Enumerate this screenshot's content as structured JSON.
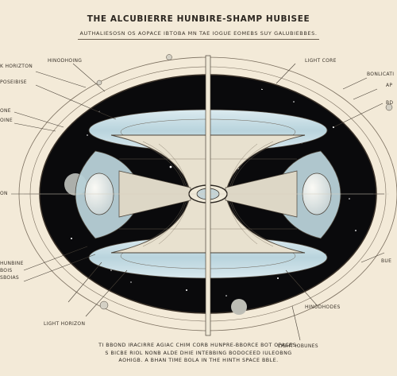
{
  "header": {
    "title": "THE ALCUBIERRE HUNBIRE-SHAMP HUBISEE",
    "subtitle": "AUTHALIESOSN OS AOPACE IBTOBA MN TAE IOGUE EOMEBS SUY GALUBIEBBES."
  },
  "labels": {
    "top_left_1": "K HORIZTON",
    "top_left_2": "POSEIBISE",
    "hinodhoing": "HINODHOING",
    "mid_left_1": "ONE",
    "mid_left_2": "OINE",
    "center_left": "ON",
    "bottom_left_1": "HUNBINE",
    "bottom_left_2": "BOIS",
    "bottom_left_3": "SBOIAS",
    "light_core": "LIGHT CORE",
    "right_1": "BONLICATI",
    "right_2": "AP",
    "right_3": "BD",
    "center_right": "",
    "right_bottom": "BUE",
    "light_horizon": "LIGHT HORIZON",
    "hinodhodes": "HINODHODES",
    "light_iobunes": "LIGHT IOBUNES"
  },
  "caption": {
    "line1": "TI BBOND IRACIRRE AGIAC CHIM CORB HUNPRE-BBORCE BOT OPACES-",
    "line2": "S BICBE RIOL NONB ALDE DHIE INTEBBING BODOCEED IULEOBNG",
    "line3": "AOHIGB. A BHAN TIME BOLA IN THE HINTH SPACE BBLE."
  },
  "colors": {
    "background": "#f3ead8",
    "space": "#0a0a0c",
    "glass": "#cfe3ea",
    "line": "#5b5246"
  }
}
